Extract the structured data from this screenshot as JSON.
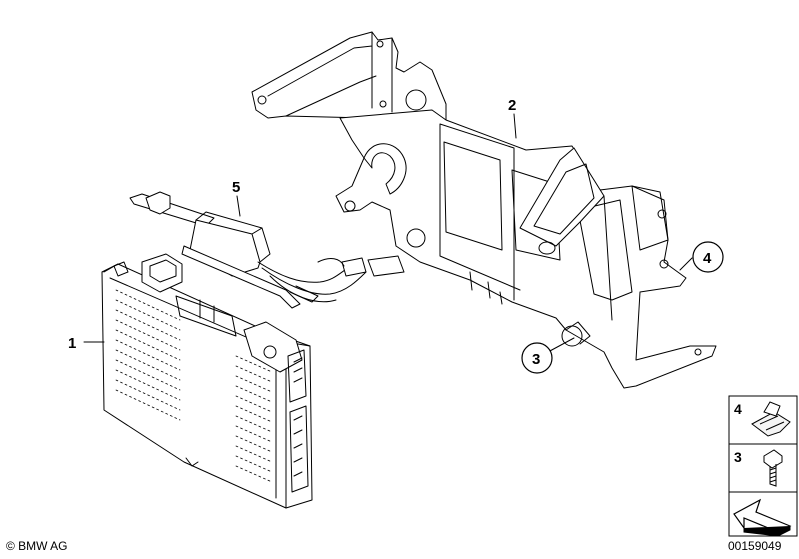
{
  "callouts": [
    {
      "id": "1",
      "label": "1"
    },
    {
      "id": "2",
      "label": "2"
    },
    {
      "id": "3",
      "label": "3"
    },
    {
      "id": "4",
      "label": "4"
    },
    {
      "id": "5",
      "label": "5"
    }
  ],
  "legend": {
    "items": [
      {
        "label": "4",
        "icon": "spring-nut-icon"
      },
      {
        "label": "3",
        "icon": "bolt-icon"
      }
    ],
    "arrow_icon": "direction-arrow-icon"
  },
  "footer": {
    "copyright": "© BMW AG",
    "diagram_id": "00159049"
  }
}
